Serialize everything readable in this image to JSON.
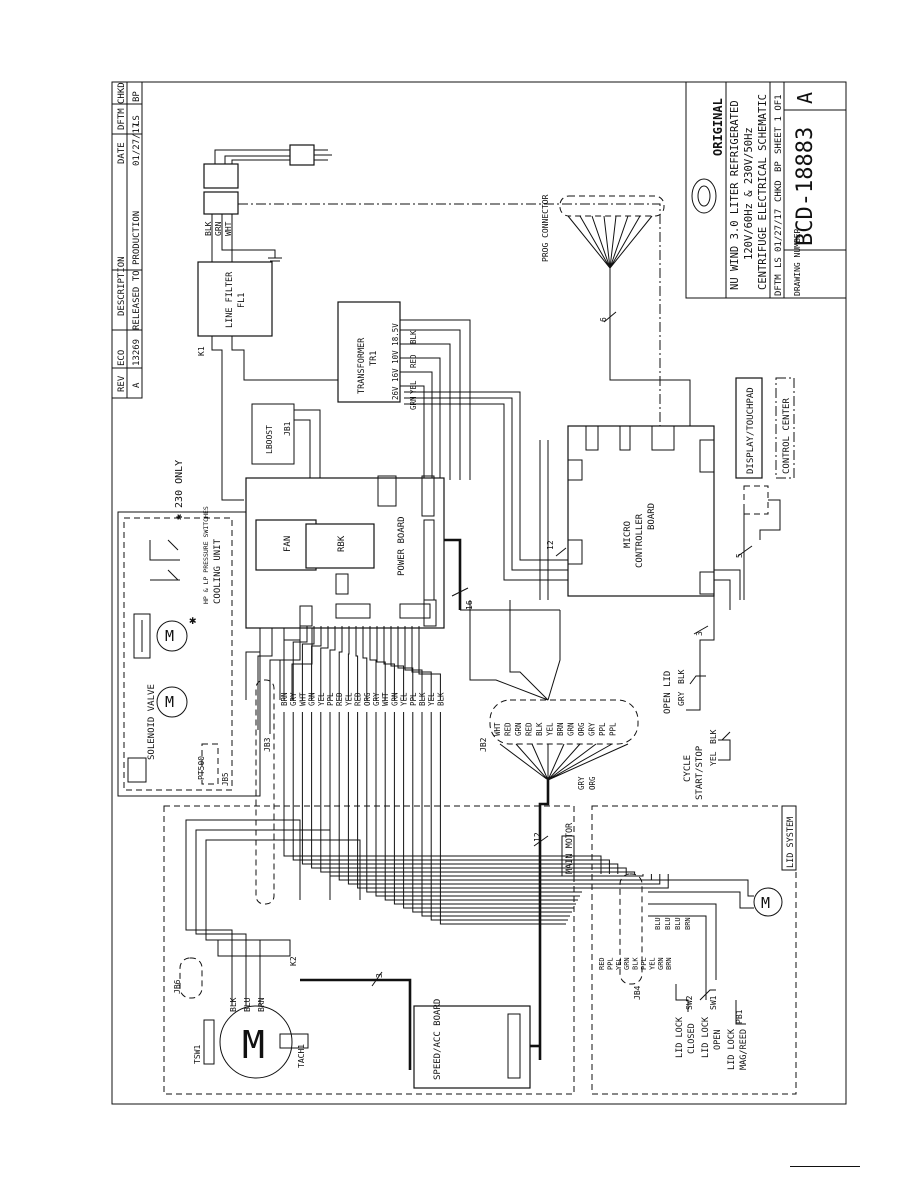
{
  "revision_block": {
    "headers": [
      "REV",
      "ECO",
      "DESCRIPTION",
      "DATE",
      "DFTM",
      "CHKD"
    ],
    "row": [
      "A",
      "13269",
      "RELEASED TO PRODUCTION",
      "01/27/17",
      "LS",
      "BP"
    ]
  },
  "title_block": {
    "original_stamp": "ORIGINAL",
    "title_lines": [
      "NU WIND 3.0 LITER REFRIGERATED",
      "120V/60Hz & 230V/50Hz",
      "CENTRIFUGE ELECTRICAL SCHEMATIC"
    ],
    "meta": [
      "DFTM",
      "LS",
      "01/27/17",
      "CHKD",
      "BP",
      "SHEET 1 OF1"
    ],
    "drawing_label": "DRAWING NUMBER",
    "drawing_number": "BCD-18883",
    "drawing_rev": "A"
  },
  "components": {
    "line_filter": "LINE FILTER",
    "line_filter_ref": "FL1",
    "transformer": "TRANSFORMER",
    "transformer_ref": "TR1",
    "transformer_taps": "26V 16V 10V 18.5V",
    "power_board": "POWER BOARD",
    "micro_board": "MICRO CONTROLLER BOARD",
    "speed_board": "SPEED/ACC BOARD",
    "fan": "FAN",
    "rbk": "RBK",
    "cooling_unit": "COOLING UNIT",
    "pressure_switches": "HP & LP PRESSURE SWITCHES",
    "solenoid_valve": "SOLENOID VALVE",
    "pt500": "PT500",
    "lboost": "LBOOST",
    "display": "DISPLAY/TOUCHPAD",
    "control_center": "CONTROL CENTER",
    "prog_connector": "PROG CONNECTOR",
    "main_motor": "MAIN MOTOR",
    "lid_system": "LID SYSTEM",
    "open_lid": "OPEN LID",
    "cycle": "CYCLE START/STOP",
    "lid_lock_closed": "LID LOCK CLOSED",
    "lid_lock_open": "LID LOCK OPEN",
    "lid_lock_mag": "LID LOCK MAG/REED",
    "note_230": "✱ 230 ONLY",
    "motor_symbol": "M"
  },
  "refs": {
    "k1": "K1",
    "k2": "K2",
    "jb1": "JB1",
    "jb2": "JB2",
    "jb3": "JB3",
    "jb4": "JB4",
    "jb5": "JB5",
    "jb6": "JB6",
    "tsw1": "TSW1",
    "tach1": "TACH1",
    "sw1": "SW1",
    "sw2": "SW2",
    "pb1": "PB1"
  },
  "wire_colors": {
    "mains": [
      "BLK",
      "GRN",
      "WHT"
    ],
    "transformer": [
      "BLK",
      "RED",
      "YEL",
      "GRN"
    ],
    "jb3": [
      "BRN",
      "GRY",
      "WHT",
      "GRN",
      "YEL",
      "PPL",
      "RED",
      "YEL",
      "RED",
      "ORG",
      "GRY",
      "WHT",
      "GRN",
      "YEL",
      "PPL",
      "BLK",
      "YEL",
      "BLK"
    ],
    "jb2": [
      "WHT",
      "RED",
      "GRN",
      "RED",
      "BLK",
      "YEL",
      "BRN",
      "GRN",
      "ORG",
      "GRY",
      "PPL",
      "PPL"
    ],
    "jb2_lower": [
      "GRY",
      "ORG"
    ],
    "main_motor": [
      "BLK",
      "BLU",
      "BRN"
    ],
    "lid_harness": [
      "RED",
      "PPL",
      "YEL",
      "GRN",
      "BLK",
      "PPL",
      "YEL",
      "GRN",
      "BRN"
    ],
    "lid_harness_right": [
      "BLU",
      "BLU",
      "BLU",
      "BRN"
    ],
    "open_lid": [
      "GRY",
      "BLK"
    ],
    "cycle": [
      "YEL",
      "BLK"
    ]
  },
  "bundle_counts": [
    "6",
    "12",
    "16",
    "3",
    "5",
    "12",
    "3"
  ]
}
